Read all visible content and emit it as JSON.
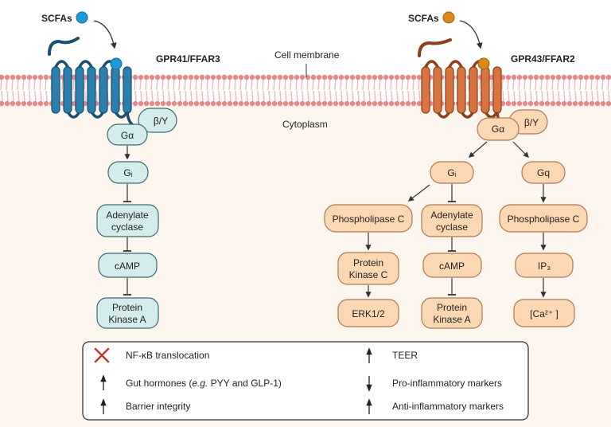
{
  "colors": {
    "cytoplasm": "#fdf6ee",
    "membrane_head": "#e8878a",
    "membrane_tail": "#f2b8b8",
    "ffar3_body": "#2a7fae",
    "ffar3_dark": "#1b4f6e",
    "ffar3_box_fill": "#d4ecec",
    "ffar3_box_stroke": "#3b6d6e",
    "ffar2_body": "#d8743e",
    "ffar2_dark": "#8b3f1f",
    "ffar2_box_fill": "#fbd7b3",
    "ffar2_box_stroke": "#b07a55",
    "scfa_blue": "#1b9ad6",
    "scfa_orange": "#d9891a",
    "cross": "#c0392b"
  },
  "labels": {
    "scfa_left": "SCFAs",
    "scfa_right": "SCFAs",
    "receptor_left": "GPR41/FFAR3",
    "receptor_right": "GPR43/FFAR2",
    "cell_membrane": "Cell membrane",
    "cytoplasm": "Cytoplasm"
  },
  "left_pathway": {
    "galpha": "Gα",
    "beta_gamma": "β/Y",
    "gi": "Gᵢ",
    "adenylate_1": "Adenylate",
    "adenylate_2": "cyclase",
    "camp": "cAMP",
    "pka_1": "Protein",
    "pka_2": "Kinase A"
  },
  "right_pathway": {
    "galpha": "Gα",
    "beta_gamma": "β/Y",
    "gi": "Gᵢ",
    "gq": "Gq",
    "plc_left": "Phospholipase C",
    "adenylate_1": "Adenylate",
    "adenylate_2": "cyclase",
    "plc_right": "Phospholipase C",
    "pkc_1": "Protein",
    "pkc_2": "Kinase C",
    "camp": "cAMP",
    "ip3": "IP₃",
    "erk": "ERK1/2",
    "pka_1": "Protein",
    "pka_2": "Kinase A",
    "ca": "[Ca²⁺ ]"
  },
  "legend": {
    "nfkb": "NF-κB translocation",
    "gut_hormones_a": "Gut hormones (",
    "gut_hormones_eg": "e.g.",
    "gut_hormones_b": " PYY and GLP-1)",
    "barrier": "Barrier integrity",
    "teer": "TEER",
    "pro_inflammatory": "Pro-inflammatory markers",
    "anti_inflammatory": "Anti-inflammatory markers"
  }
}
